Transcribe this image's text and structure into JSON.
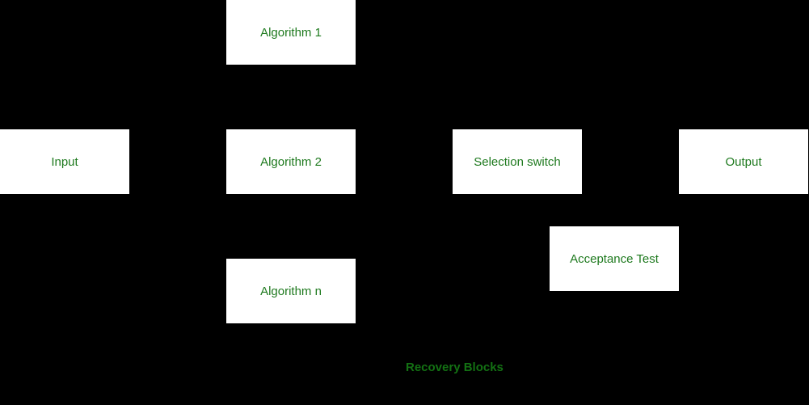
{
  "diagram": {
    "title": "Recovery Blocks",
    "background_color": "#000000",
    "node_fill_color": "#ffffff",
    "node_text_color": "#1f7a1f",
    "caption_text_color": "#137113",
    "nodes": [
      {
        "id": "algorithm-1",
        "label": "Algorithm 1"
      },
      {
        "id": "input",
        "label": "Input"
      },
      {
        "id": "algorithm-2",
        "label": "Algorithm 2"
      },
      {
        "id": "selection-switch",
        "label": "Selection switch"
      },
      {
        "id": "output",
        "label": "Output"
      },
      {
        "id": "acceptance-test",
        "label": "Acceptance Test"
      },
      {
        "id": "algorithm-n",
        "label": "Algorithm n"
      }
    ]
  }
}
